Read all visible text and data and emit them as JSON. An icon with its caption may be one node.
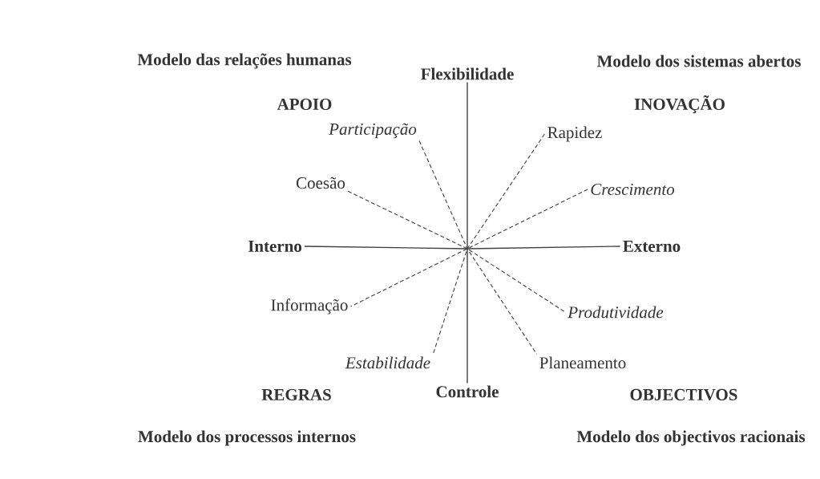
{
  "diagram": {
    "nodes": [
      {
        "text": [
          "Flexibilidade"
        ]
      },
      {
        "text": [
          "Participação"
        ]
      },
      {
        "text": [
          "Rapidez"
        ]
      },
      {
        "text": [
          "Coesão"
        ]
      },
      {
        "text": [
          "Crescimento"
        ]
      },
      {
        "text": [
          "Interno"
        ]
      },
      {
        "text": [
          "Externo"
        ]
      },
      {
        "text": [
          "Informação"
        ]
      },
      {
        "text": [
          "Produtividade"
        ]
      },
      {
        "text": [
          "Estabilidade"
        ]
      },
      {
        "text": [
          "Planeamento"
        ]
      },
      {
        "text": [
          "Controle"
        ]
      }
    ],
    "edges": [
      {
        "from": 0,
        "to": 11,
        "arrow": "none"
      },
      {
        "from": 5,
        "to": 6,
        "arrow": "none"
      },
      {
        "from": 1,
        "to": 10,
        "arrow": "none",
        "style": "dashed"
      },
      {
        "from": 2,
        "to": 9,
        "arrow": "none",
        "style": "dashed"
      },
      {
        "from": 3,
        "to": 8,
        "arrow": "none",
        "style": "dashed"
      },
      {
        "from": 4,
        "to": 7,
        "arrow": "none",
        "style": "dashed"
      }
    ],
    "labels": [
      "Modelo das relações humanas",
      "Modelo dos sistemas abertos",
      "APOIO",
      "INOVAÇÃO",
      "REGRAS",
      "OBJECTIVOS",
      "Modelo dos processos internos",
      "Modelo dos objectivos racionais"
    ]
  }
}
